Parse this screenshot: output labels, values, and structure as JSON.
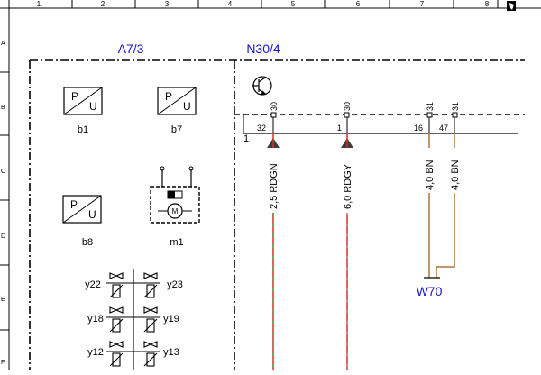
{
  "grid": {
    "columns": [
      "1",
      "2",
      "3",
      "4",
      "5",
      "6",
      "7",
      "8"
    ],
    "rows": [
      "A",
      "B",
      "C",
      "D",
      "E",
      "F"
    ]
  },
  "modules": {
    "left": "A7/3",
    "right": "N30/4"
  },
  "components": {
    "b1": "b1",
    "b7": "b7",
    "b8": "b8",
    "m1": "m1",
    "m1_motor": "M",
    "pu_p": "P",
    "pu_u": "U"
  },
  "valves": {
    "y22": "y22",
    "y23": "y23",
    "y18": "y18",
    "y19": "y19",
    "y12": "y12",
    "y13": "y13"
  },
  "connector": {
    "label": "1",
    "pins": [
      {
        "pin": "32",
        "terminal": "30"
      },
      {
        "pin": "1",
        "terminal": "30"
      },
      {
        "pin": "16",
        "terminal": "31"
      },
      {
        "pin": "47",
        "terminal": "31"
      }
    ]
  },
  "wires": [
    {
      "label": "2,5 RDGN",
      "color": "#d23030",
      "stripe": "#3cb43c"
    },
    {
      "label": "6,0 RDGY",
      "color": "#d23030",
      "stripe": "#999999"
    },
    {
      "label": "4,0 BN",
      "color": "#b0743a"
    },
    {
      "label": "4,0 BN",
      "color": "#b0743a"
    }
  ],
  "ground": {
    "label": "W70"
  }
}
